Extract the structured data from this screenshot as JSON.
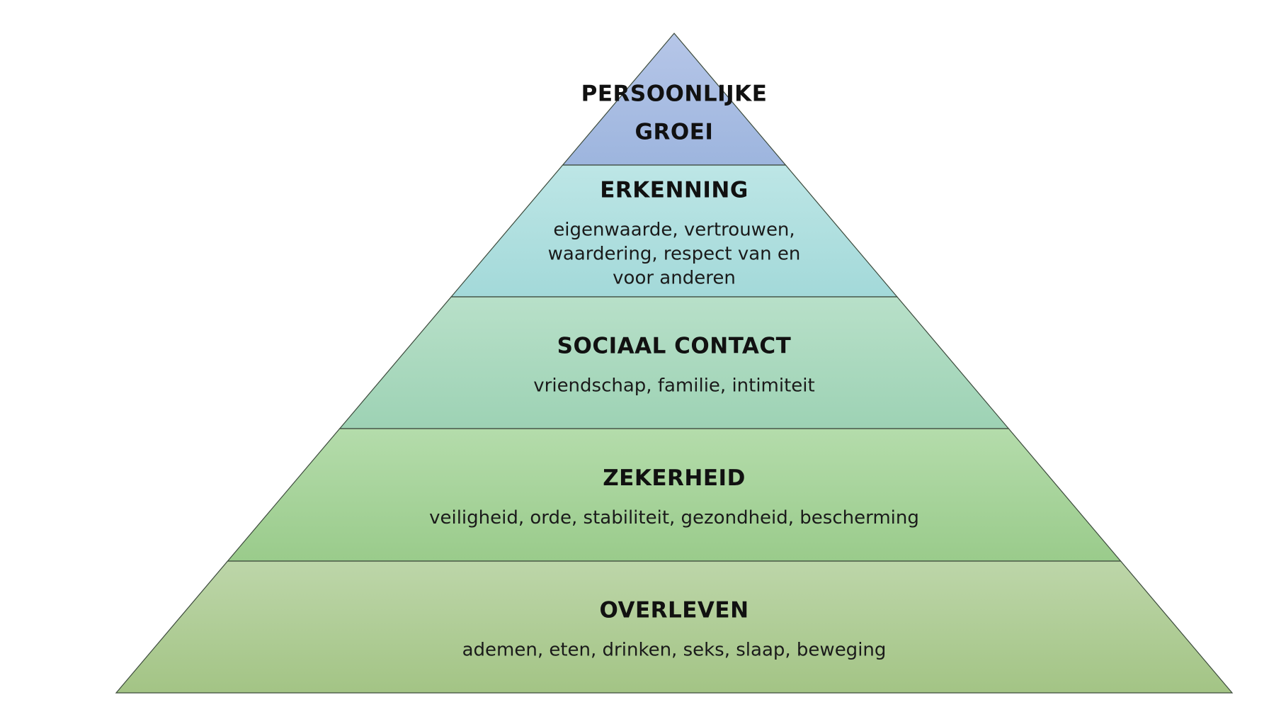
{
  "pyramid": {
    "levels": [
      {
        "title_lines": [
          "PERSOONLIJKE",
          "GROEI"
        ],
        "desc_lines": [],
        "color_top": "#b6c6e8",
        "color_bottom": "#9db5de"
      },
      {
        "title_lines": [
          "ERKENNING"
        ],
        "desc_lines": [
          "eigenwaarde, vertrouwen,",
          "waardering, respect van en",
          "voor anderen"
        ],
        "color_top": "#bde6e6",
        "color_bottom": "#a3d9d9"
      },
      {
        "title_lines": [
          "SOCIAAL CONTACT"
        ],
        "desc_lines": [
          "vriendschap, familie, intimiteit"
        ],
        "color_top": "#b8e0c9",
        "color_bottom": "#9dd2b4"
      },
      {
        "title_lines": [
          "ZEKERHEID"
        ],
        "desc_lines": [
          "veiligheid, orde, stabiliteit, gezondheid, bescherming"
        ],
        "color_top": "#b4dcab",
        "color_bottom": "#9acb8b"
      },
      {
        "title_lines": [
          "OVERLEVEN"
        ],
        "desc_lines": [
          "ademen, eten, drinken, seks, slaap, beweging"
        ],
        "color_top": "#bdd6a9",
        "color_bottom": "#a3c485"
      }
    ]
  }
}
